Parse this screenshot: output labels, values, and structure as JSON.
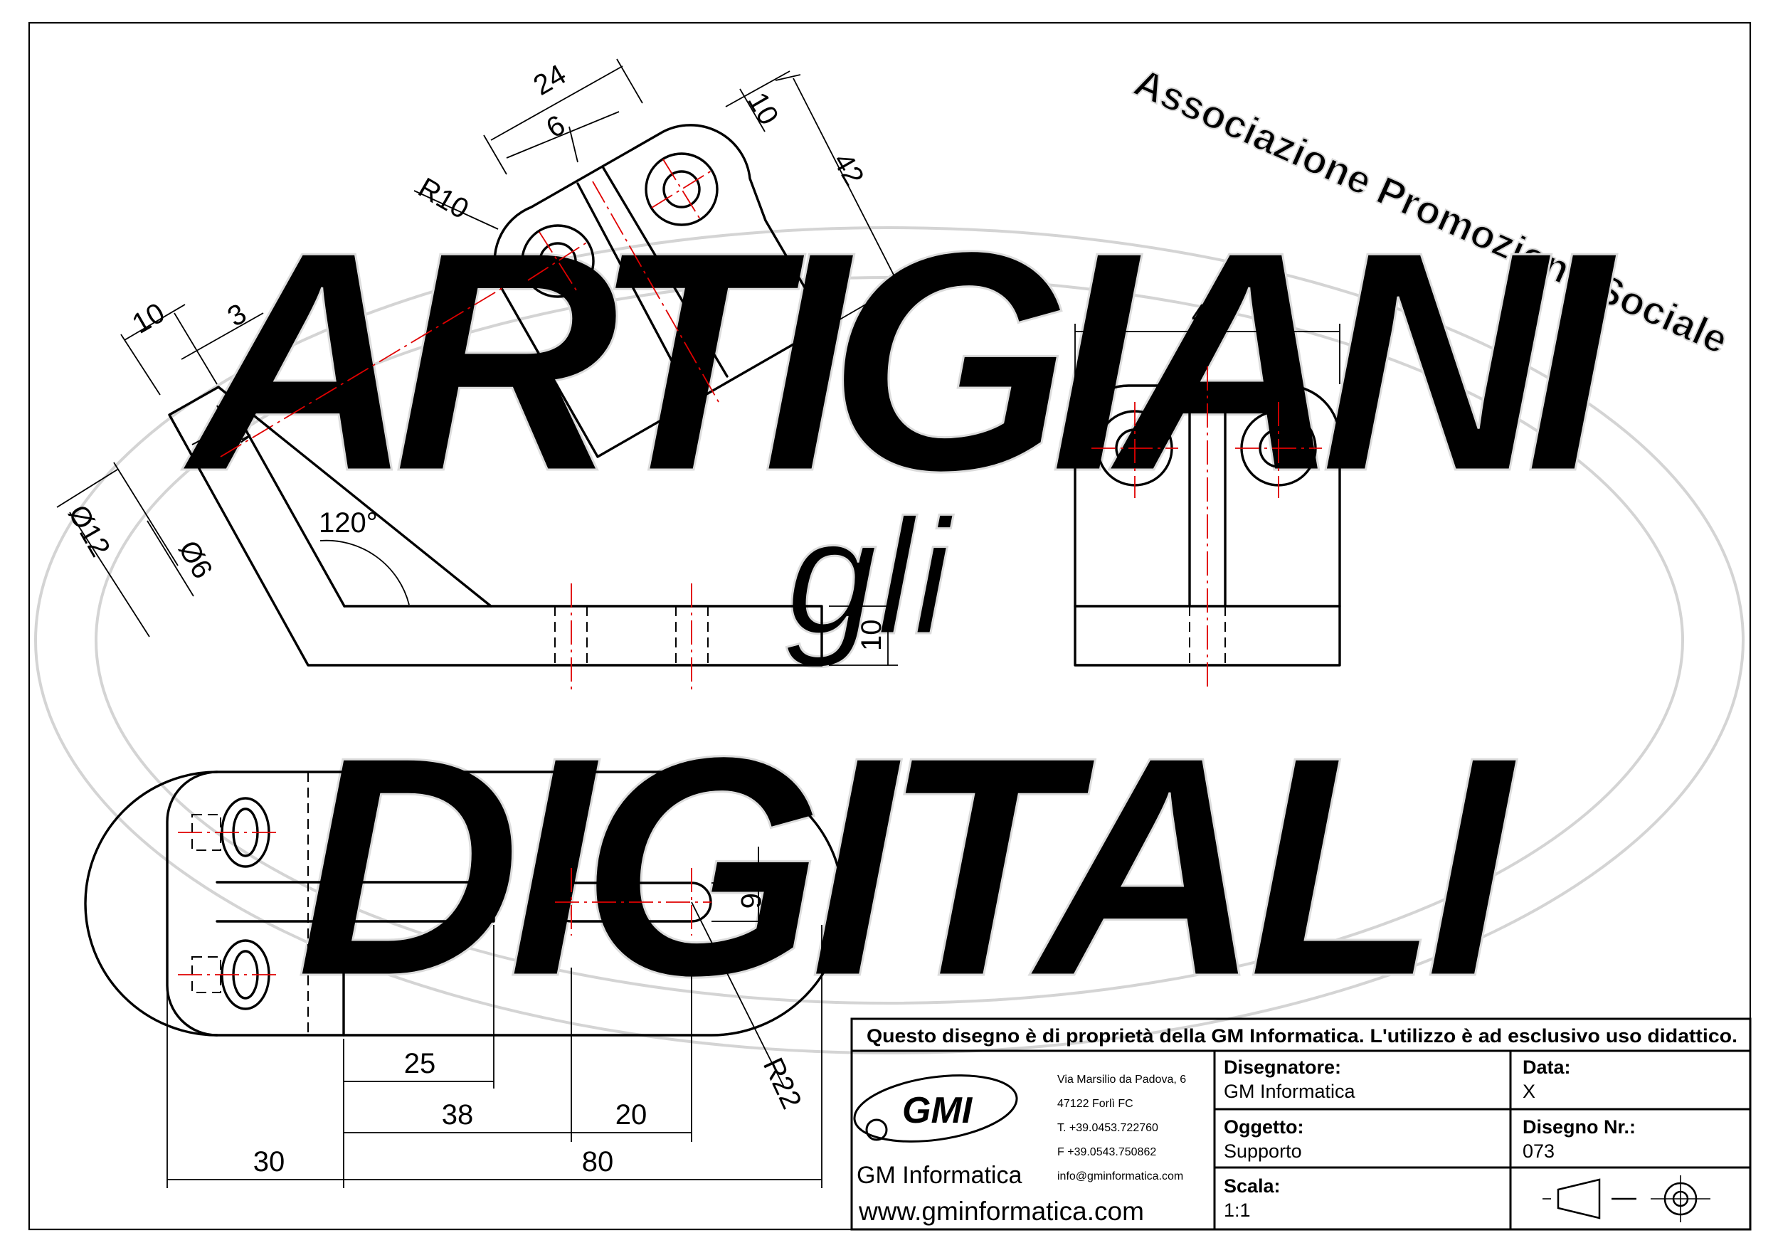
{
  "watermark": {
    "association": "Associazione Promozione Sociale",
    "word_top": "ARTIGIANI",
    "word_mid": "gli",
    "word_bottom": "DIGITALI"
  },
  "dimensions": {
    "top_view": {
      "d24": "24",
      "d6": "6",
      "d10": "10",
      "d42": "42",
      "r10": "R10"
    },
    "front_view": {
      "d10_small": "10",
      "d3": "3",
      "phi12": "Ø12",
      "phi6": "Ø6",
      "angle": "120°",
      "thickness": "10"
    },
    "side_view": {
      "width": "44"
    },
    "plan_view": {
      "slot": "6",
      "d25": "25",
      "d38": "38",
      "d20": "20",
      "r22": "R22",
      "d30": "30",
      "d80": "80"
    }
  },
  "title_block": {
    "notice": "Questo disegno è di proprietà della GM Informatica. L'utilizzo è ad esclusivo uso didattico.",
    "logo_text": "GMI",
    "company": "GM Informatica",
    "website": "www.gminformatica.com",
    "address": [
      "Via Marsilio da Padova, 6",
      "47122  Forlì  FC",
      "T. +39.0453.722760",
      "F +39.0543.750862",
      "info@gminformatica.com"
    ],
    "designer_label": "Disegnatore:",
    "designer_value": "GM  Informatica",
    "date_label": "Data:",
    "date_value": "X",
    "object_label": "Oggetto:",
    "object_value": "Supporto",
    "drawing_no_label": "Disegno  Nr.:",
    "drawing_no_value": "073",
    "scale_label": "Scala:",
    "scale_value": "1:1",
    "projection_symbol": "first-angle-projection-icon"
  }
}
